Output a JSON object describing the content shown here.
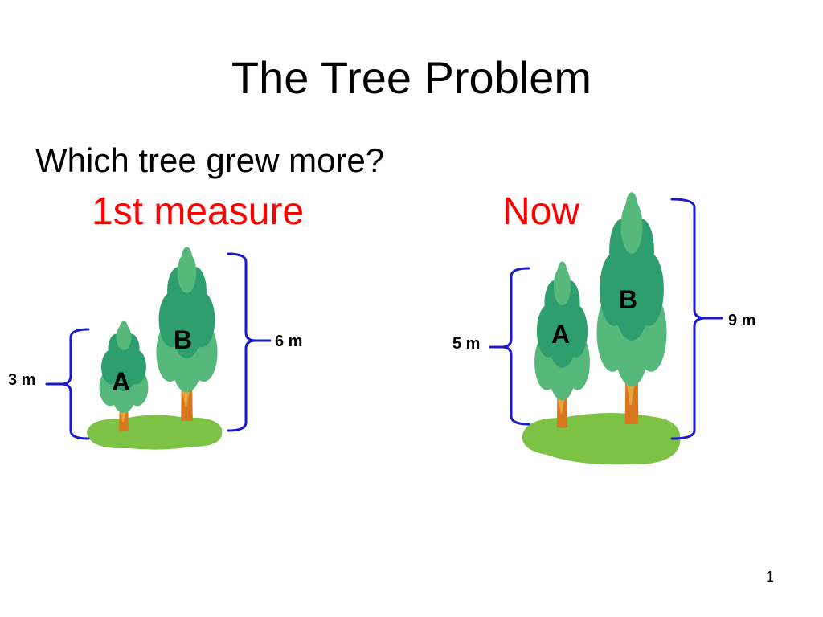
{
  "slide": {
    "title": "The Tree Problem",
    "question": "Which tree grew more?",
    "page_number": "1"
  },
  "first_measure": {
    "heading": "1st measure",
    "tree_a": {
      "label": "A",
      "height_label": "3 m"
    },
    "tree_b": {
      "label": "B",
      "height_label": "6 m"
    }
  },
  "now": {
    "heading": "Now",
    "tree_a": {
      "label": "A",
      "height_label": "5 m"
    },
    "tree_b": {
      "label": "B",
      "height_label": "9 m"
    }
  },
  "colors": {
    "heading": "#ff0000",
    "bracket": "#1a1acc",
    "foliage_dark": "#2e9e6e",
    "foliage_light": "#56b87a",
    "trunk": "#d8781e",
    "trunk_light": "#e8a43c",
    "grass": "#7cc244"
  }
}
